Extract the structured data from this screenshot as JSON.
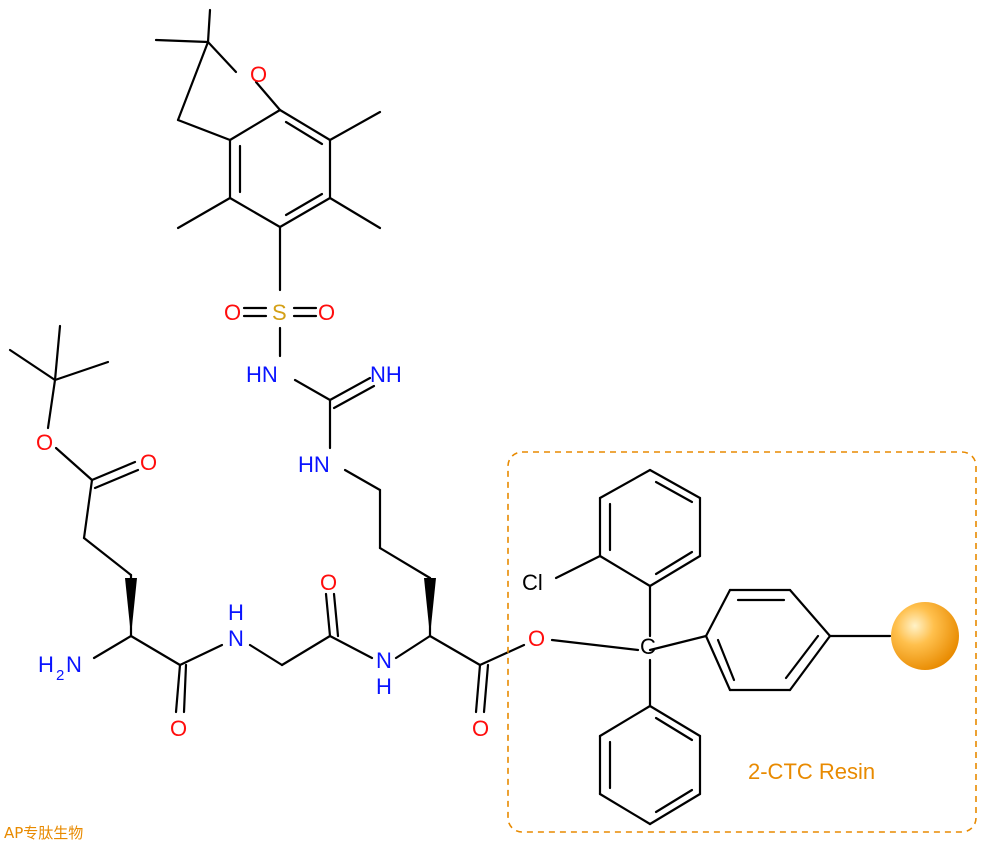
{
  "atoms": {
    "o_furan": "O",
    "o_sulf_left": "O",
    "s": "S",
    "o_sulf_right": "O",
    "hn_sulf": "HN",
    "nh_imine": "NH",
    "hn_guan": "HN",
    "o_ester": "O",
    "o_glu_carbonyl": "O",
    "cl": "Cl",
    "nh_gly": "H",
    "n_gly": "N",
    "o_gly_carbonyl": "O",
    "n_arg": "N",
    "h_arg": "H",
    "o_resin_link": "O",
    "c_center": "C",
    "h2n": "H",
    "h2n_sub": "2",
    "h2n_n": "N",
    "o_glu_amide": "O",
    "o_arg_carbonyl": "O"
  },
  "resin_label": "2-CTC Resin",
  "watermark": "AP专肽生物",
  "colors": {
    "oxygen": "#ff0d0d",
    "nitrogen": "#0a14ff",
    "sulfur": "#d4a017",
    "resin": "#e88a00"
  }
}
